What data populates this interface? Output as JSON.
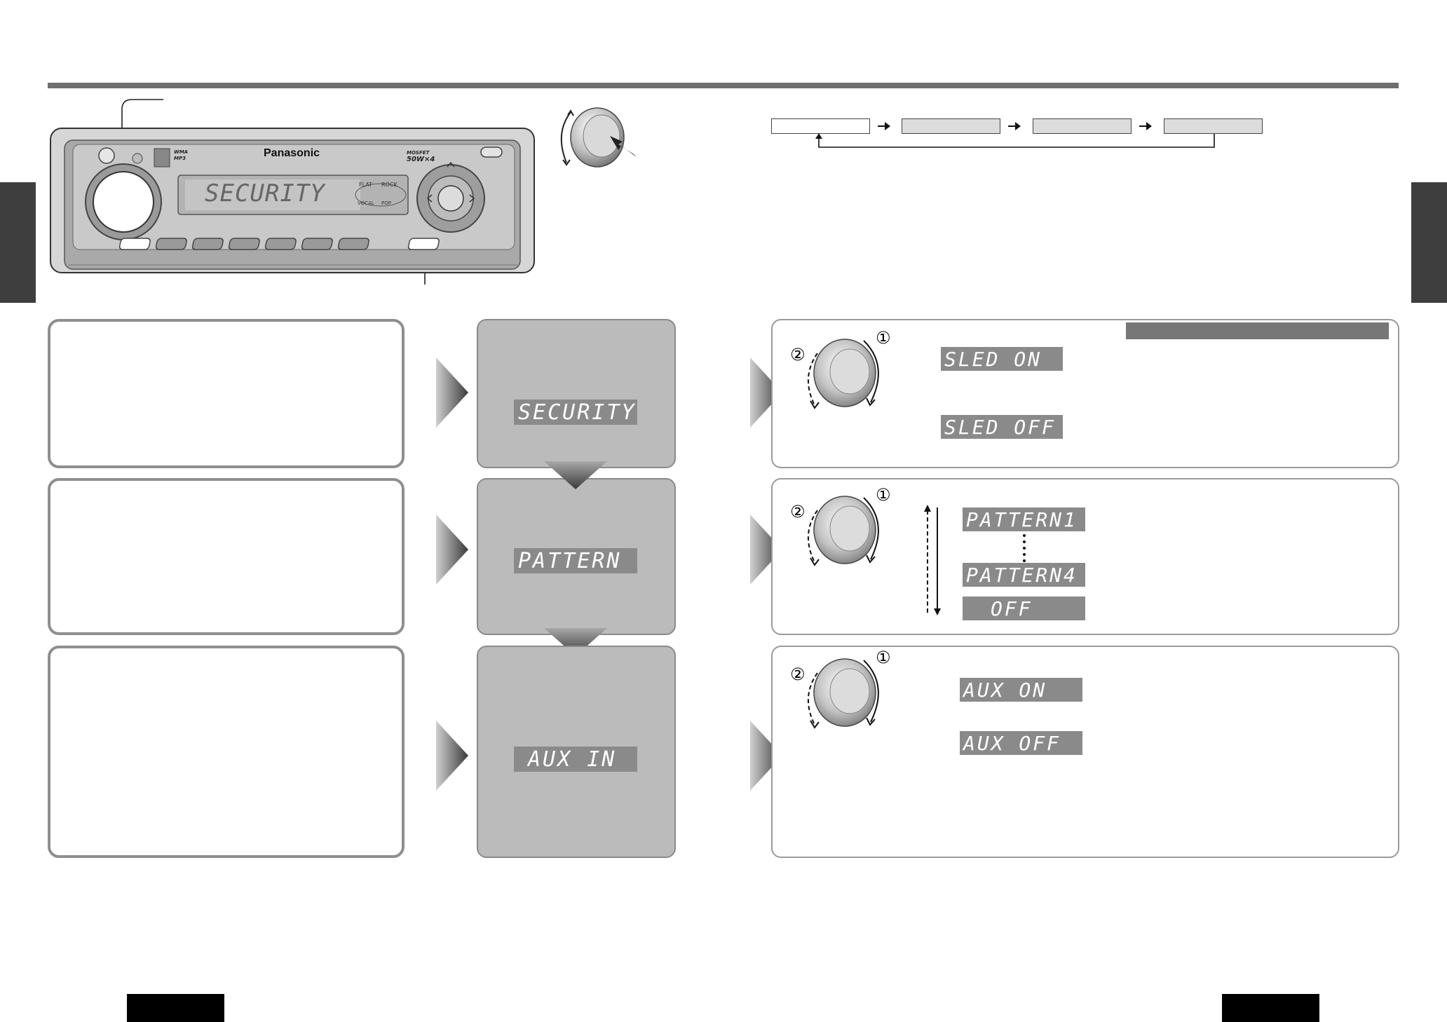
{
  "radio": {
    "brand": "Panasonic",
    "badge_left_top": "WMA",
    "badge_left_bottom": "MP3",
    "badge_right_top": "MOSFET",
    "badge_right_bottom": "50W×4",
    "display_text": "SECURITY",
    "eq_flat": "FLAT",
    "eq_rock": "ROCK",
    "eq_vocal": "VOCAL",
    "eq_pop": "POP"
  },
  "steps": [
    {
      "mid_display": "SECURITY",
      "options": [
        "SLED ON",
        "SLED OFF"
      ]
    },
    {
      "mid_display": "PATTERN",
      "options": [
        "PATTERN1",
        "PATTERN4",
        "OFF"
      ]
    },
    {
      "mid_display": "AUX IN",
      "options": [
        "AUX ON",
        "AUX OFF"
      ]
    }
  ],
  "knob_labels": {
    "cw": "①",
    "ccw": "②"
  },
  "colors": {
    "lcd_bg": "#8a8a8a",
    "panel_gray": "#bbbbbb",
    "rule": "#6f6f6f",
    "dark_tab": "#3e3e3e"
  }
}
